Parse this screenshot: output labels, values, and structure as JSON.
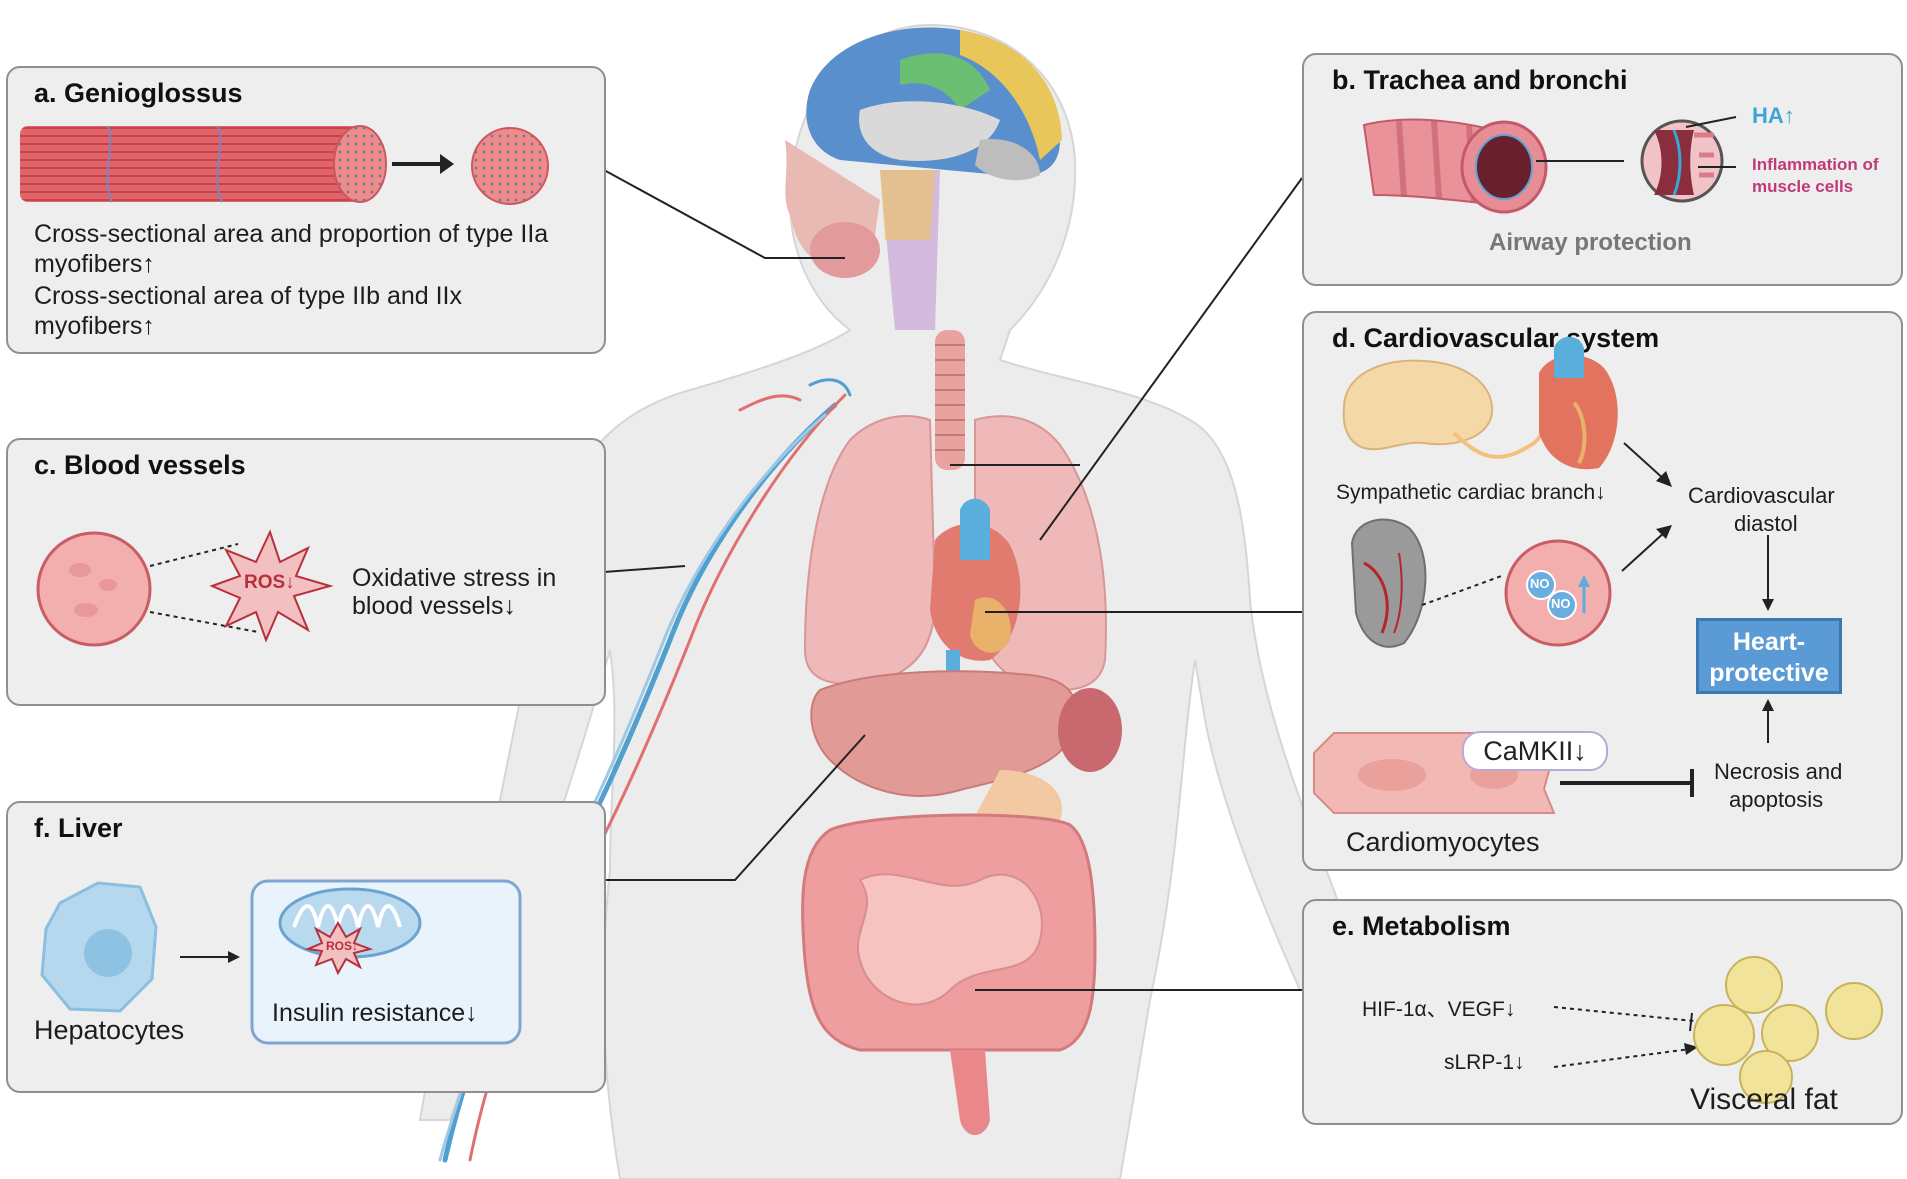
{
  "panels": {
    "a": {
      "title": "a. Genioglossus",
      "line1": "Cross-sectional area and proportion of type IIa",
      "line2": "myofibers↑",
      "line3": "Cross-sectional area of type IIb and IIx",
      "line4": "myofibers↑"
    },
    "b": {
      "title": "b. Trachea and bronchi",
      "ha": "HA↑",
      "inflam1": "Inflammation of",
      "inflam2": "muscle cells",
      "caption": "Airway protection"
    },
    "c": {
      "title": "c. Blood vessels",
      "ros": "ROS↓",
      "text1": "Oxidative stress in",
      "text2": "blood vessels↓"
    },
    "d": {
      "title": "d. Cardiovascular system",
      "symp": "Sympathetic cardiac branch↓",
      "cv1": "Cardiovascular",
      "cv2": "diastol",
      "no1": "NO",
      "no2": "NO",
      "hp1": "Heart-",
      "hp2": "protective",
      "camk": "CaMKII↓",
      "nec1": "Necrosis and",
      "nec2": "apoptosis",
      "cardio": "Cardiomyocytes"
    },
    "e": {
      "title": "e. Metabolism",
      "hif": "HIF-1α、VEGF↓",
      "slrp": "sLRP-1↓",
      "fat": "Visceral fat"
    },
    "f": {
      "title": "f. Liver",
      "ros": "ROS↓",
      "insulin": "Insulin resistance↓",
      "hep": "Hepatocytes"
    }
  },
  "colors": {
    "panel_bg": "#efeeee",
    "panel_border": "#8f8f8f",
    "muscle_red": "#e0646c",
    "vessel_blue": "#4f9fcf",
    "ha_blue": "#39a6d6",
    "inflam_magenta": "#c03a7a",
    "heart_box_blue": "#5b9bd5",
    "fat_yellow": "#f1e39a"
  }
}
